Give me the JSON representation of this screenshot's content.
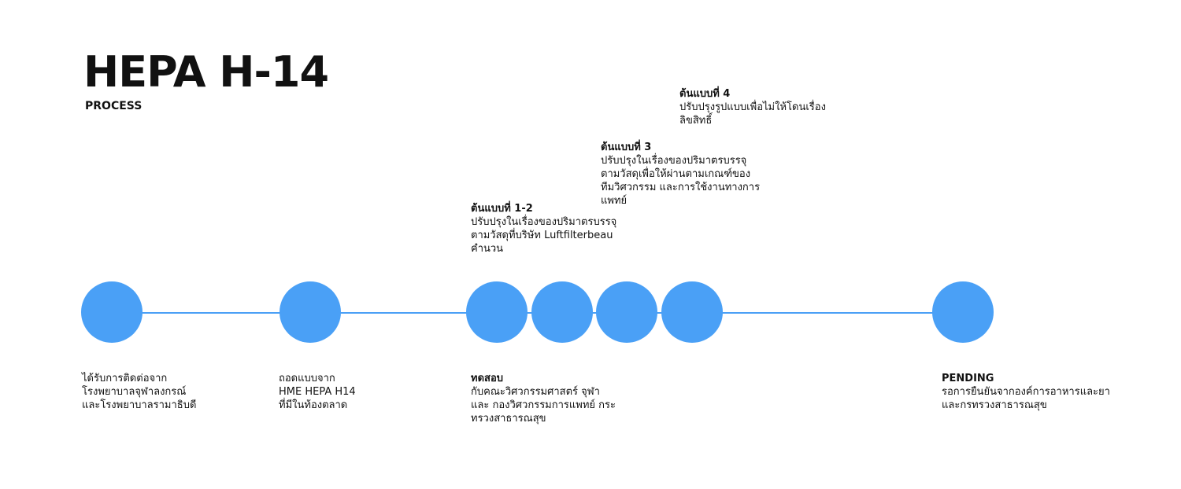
{
  "header": {
    "title": "HEPA H-14",
    "subtitle": "PROCESS"
  },
  "theme": {
    "node_color": "#4aa0f6",
    "line_color": "#4aa0f6",
    "text_color": "#111111"
  },
  "below_labels": [
    {
      "heading": "",
      "lines": [
        "ได้รับการติดต่อจาก",
        "โรงพยาบาลจุฬาลงกรณ์",
        "และโรงพยาบาลรามาธิบดี"
      ]
    },
    {
      "heading": "",
      "lines": [
        "ถอดแบบจาก",
        "HME HEPA H14",
        "ที่มีในท้องตลาด"
      ]
    },
    {
      "heading": "ทดสอบ",
      "lines": [
        "กับคณะวิศวกรรมศาสตร์ จุฬา",
        "และ กองวิศวกรรมการแพทย์ กระ",
        "ทรวงสาธารณสุข"
      ]
    },
    {
      "heading": "PENDING",
      "lines": [
        "รอการยืนยันจากองค์การอาหารและยา",
        "และกรทรวงสาธารณสุข"
      ]
    }
  ],
  "above_labels": [
    {
      "heading": "ต้นแบบที่ 1-2",
      "lines": [
        "ปรับปรุงในเรื่องของปริมาตรบรรจุ",
        "ตามวัสดุที่บริษัท Luftfilterbeau",
        "คำนวน"
      ]
    },
    {
      "heading": "ต้นแบบที่ 3",
      "lines": [
        "ปรับปรุงในเรื่องของปริมาตรบรรจุ",
        "ตามวัสดุเพื่อให้ผ่านตามเกณฑ์ของ",
        "ทีมวิศวกรรม และการใช้งานทางการ",
        "แพทย์"
      ]
    },
    {
      "heading": "ต้นแบบที่ 4",
      "lines": [
        "ปรับปรุงรูปแบบเพื่อไม่ให้โดนเรื่อง",
        "ลิขสิทธิ์"
      ]
    }
  ]
}
